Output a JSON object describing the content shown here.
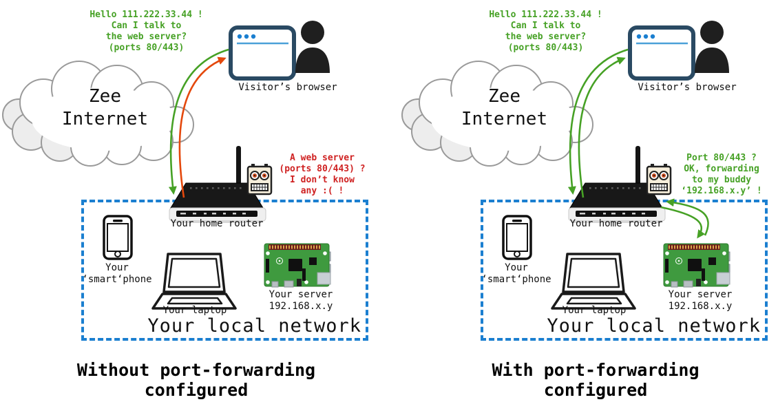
{
  "colors": {
    "green": "#46a125",
    "red": "#cf2121",
    "orange": "#e4480c",
    "blue": "#1b7fd0",
    "navy": "#2a4a63",
    "dark": "#1f1f1f"
  },
  "icons": {
    "cloud": "internet-cloud",
    "browser": "browser-window",
    "person": "visitor-avatar",
    "router": "wifi-router",
    "robot": "router-chat-robot",
    "phone": "smartphone",
    "laptop": "laptop",
    "rpi": "raspberry-pi-board"
  },
  "panels": [
    {
      "id": "without-port-forwarding",
      "visitor_message": "Hello 111.222.33.44 !\nCan I talk to\nthe web server?\n(ports 80/443)",
      "cloud_label": "Zee\nInternet",
      "browser_label": "Visitor’s browser",
      "router_label": "Your home router",
      "router_message": "A web server\n(ports 80/443) ?\nI don’t know\nany :( !",
      "phone_label": "Your\n‘smart‘phone",
      "laptop_label": "Your laptop",
      "server_label": "Your server\n192.168.x.y",
      "network_label": "Your local network",
      "caption": "Without port-forwarding\nconfigured"
    },
    {
      "id": "with-port-forwarding",
      "visitor_message": "Hello 111.222.33.44 !\nCan I talk to\nthe web server?\n(ports 80/443)",
      "cloud_label": "Zee\nInternet",
      "browser_label": "Visitor’s browser",
      "router_label": "Your home router",
      "router_message": "Port 80/443 ?\nOK, forwarding\nto my buddy\n‘192.168.x.y’ !",
      "phone_label": "Your\n‘smart‘phone",
      "laptop_label": "Your laptop",
      "server_label": "Your server\n192.168.x.y",
      "network_label": "Your local network",
      "caption": "With port-forwarding\nconfigured"
    }
  ]
}
